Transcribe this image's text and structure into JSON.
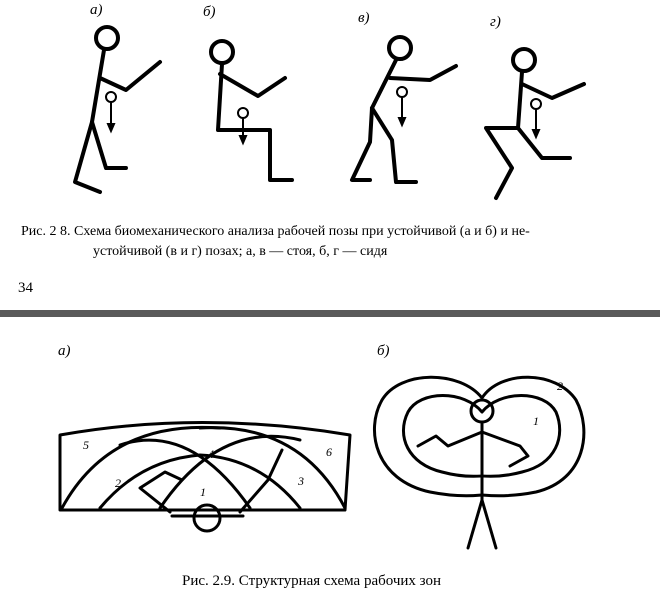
{
  "page_top": {
    "labels": [
      "а)",
      "б)",
      "в)",
      "г)"
    ],
    "caption_line1": "Рис. 2 8. Схема биомеханического анализа рабочей позы при устойчивой (а и б) и не-",
    "caption_line2": "устойчивой (в и г) позах; а, в — стоя, б, г — сидя",
    "page_number": "34"
  },
  "page_bottom": {
    "label_a": "а)",
    "label_b": "б)",
    "zones_a": [
      "5",
      "2",
      "4",
      "1",
      "3",
      "6"
    ],
    "zones_b": [
      "2",
      "1"
    ],
    "caption": "Рис. 2.9. Структурная схема рабочих зон"
  }
}
